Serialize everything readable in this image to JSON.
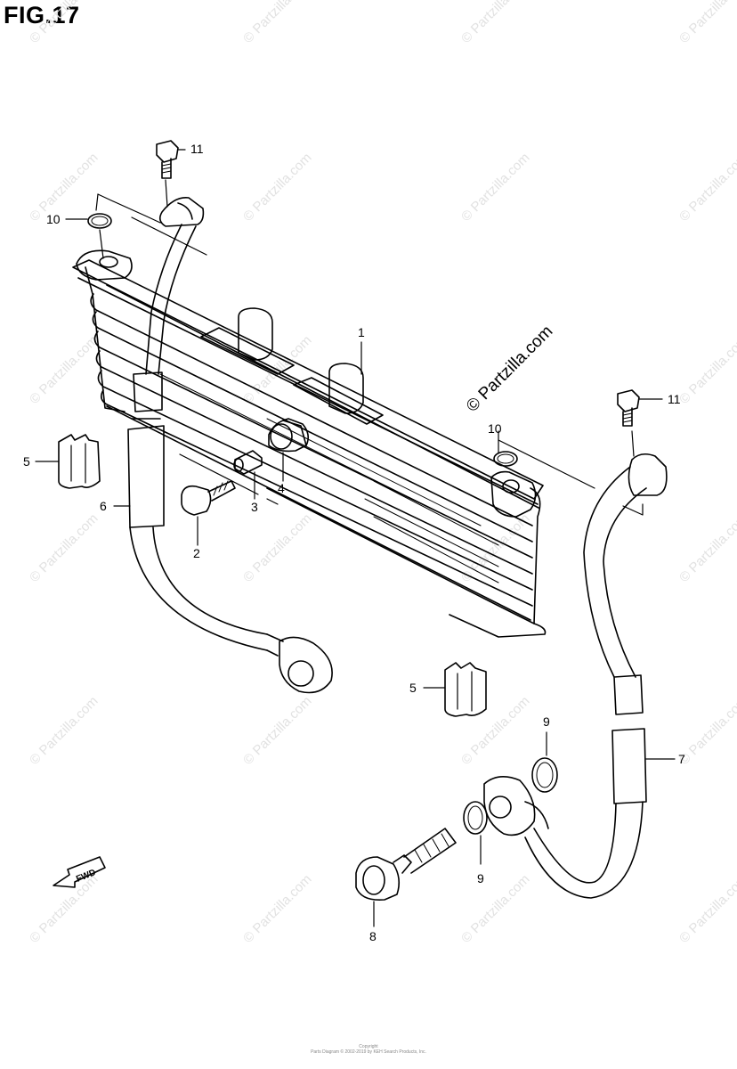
{
  "figure": {
    "title": "FIG.17"
  },
  "watermark": {
    "text": "© Partzilla.com",
    "main_text": "© Partzilla.com"
  },
  "parts": [
    {
      "number": "1",
      "name_icon": "oil-cooler-radiator"
    },
    {
      "number": "2",
      "name_icon": "bolt"
    },
    {
      "number": "3",
      "name_icon": "spacer"
    },
    {
      "number": "4",
      "name_icon": "cushion"
    },
    {
      "number": "5",
      "name_icon": "clamp"
    },
    {
      "number": "6",
      "name_icon": "hose-inlet"
    },
    {
      "number": "7",
      "name_icon": "hose-outlet"
    },
    {
      "number": "8",
      "name_icon": "union-bolt"
    },
    {
      "number": "9",
      "name_icon": "gasket"
    },
    {
      "number": "10",
      "name_icon": "o-ring"
    },
    {
      "number": "11",
      "name_icon": "bolt"
    }
  ],
  "callouts": [
    {
      "label": "11"
    },
    {
      "label": "10"
    },
    {
      "label": "1"
    },
    {
      "label": "10"
    },
    {
      "label": "11"
    },
    {
      "label": "5"
    },
    {
      "label": "6"
    },
    {
      "label": "4"
    },
    {
      "label": "3"
    },
    {
      "label": "2"
    },
    {
      "label": "5"
    },
    {
      "label": "9"
    },
    {
      "label": "7"
    },
    {
      "label": "9"
    },
    {
      "label": "8"
    }
  ],
  "fwd_arrow": {
    "label": "FWD",
    "icon": "fwd-arrow-icon"
  },
  "footer": {
    "line1": "Copyright",
    "line2": "Parts Diagram © 2002-2019 by KEH Search Products, Inc."
  }
}
